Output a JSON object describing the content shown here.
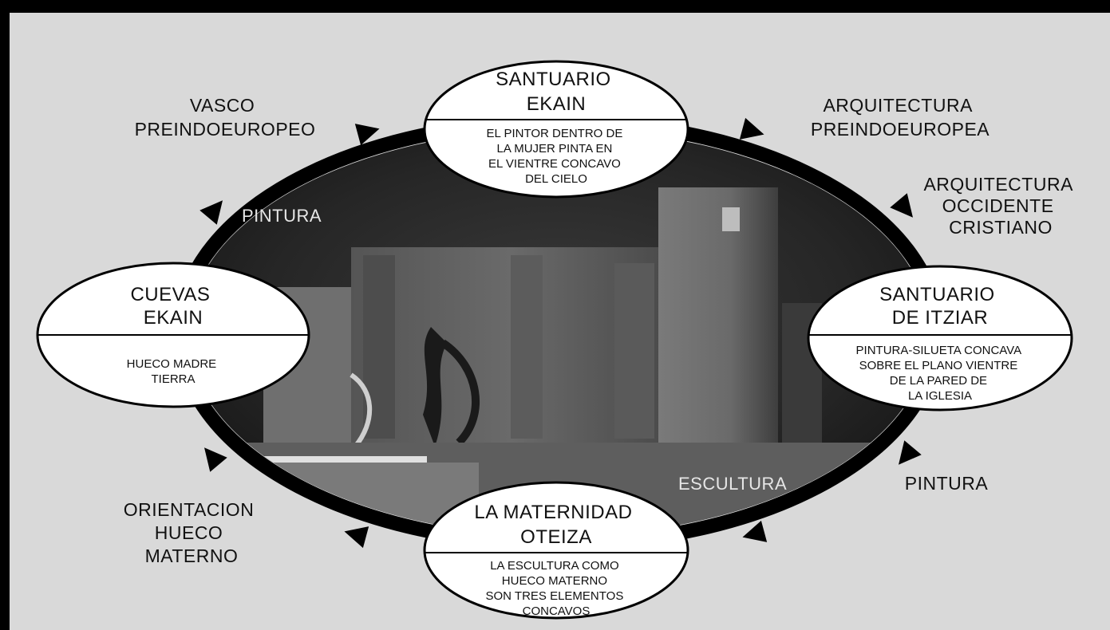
{
  "colors": {
    "frame": "#000000",
    "panel": "#d9d9d9",
    "ring": "#000000",
    "node_fill": "#ffffff",
    "text": "#111111",
    "photo_text": "#e6e6e6"
  },
  "nodes": {
    "top": {
      "title": [
        "SANTUARIO",
        "EKAIN"
      ],
      "description": [
        "EL PINTOR DENTRO DE",
        "LA MUJER PINTA EN",
        "EL VIENTRE CONCAVO",
        "DEL CIELO"
      ]
    },
    "left": {
      "title": [
        "CUEVAS",
        "EKAIN"
      ],
      "description": [
        "HUECO MADRE",
        "TIERRA"
      ]
    },
    "right": {
      "title": [
        "SANTUARIO",
        "DE ITZIAR"
      ],
      "description": [
        "PINTURA-SILUETA CONCAVA",
        "SOBRE EL PLANO VIENTRE",
        "DE LA PARED DE",
        "LA IGLESIA"
      ]
    },
    "bottom": {
      "title": [
        "LA MATERNIDAD",
        "OTEIZA"
      ],
      "description": [
        "LA ESCULTURA COMO",
        "HUECO MATERNO",
        "SON TRES ELEMENTOS",
        "CONCAVOS"
      ]
    }
  },
  "outer_labels": {
    "top_left": [
      "VASCO",
      "PREINDOEUROPEO"
    ],
    "top_right": [
      "ARQUITECTURA",
      "PREINDOEUROPEA"
    ],
    "right_upper": [
      "ARQUITECTURA",
      "OCCIDENTE",
      "CRISTIANO"
    ],
    "right_lower": "PINTURA",
    "bottom_left": [
      "ORIENTACION",
      "HUECO",
      "MATERNO"
    ]
  },
  "photo_labels": {
    "pintura": "PINTURA",
    "escultura": "ESCULTURA"
  },
  "arrow_icons": "triangle-arrow-icon"
}
